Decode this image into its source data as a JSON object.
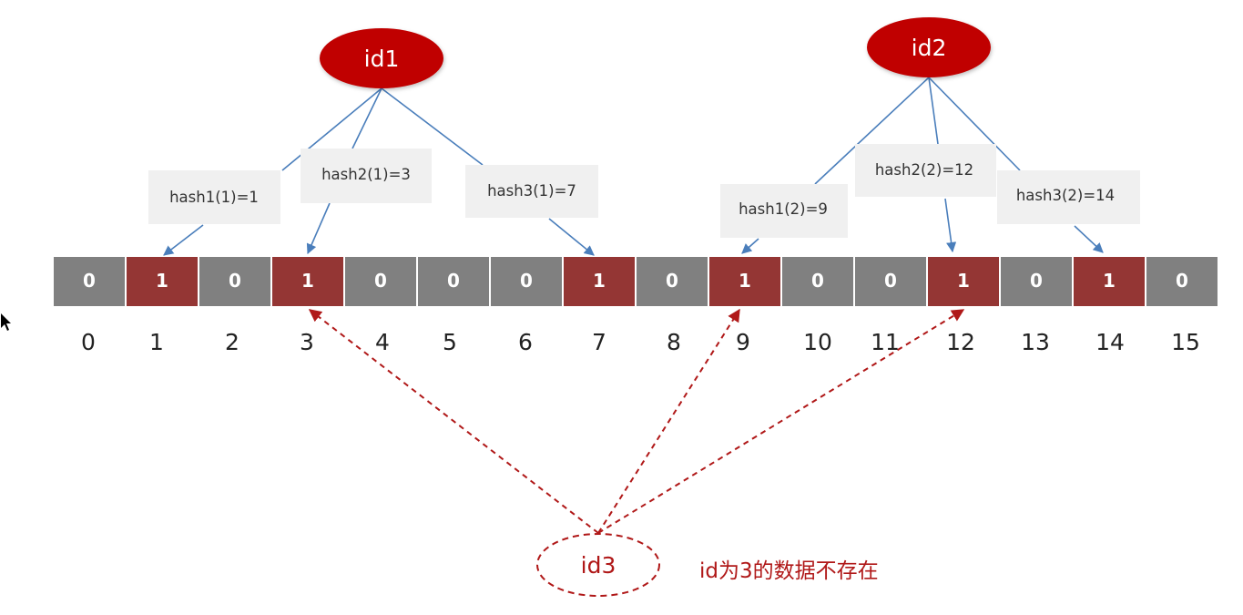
{
  "diagram": {
    "title": "Bloom filter bit array",
    "colors": {
      "bit_zero": "#808080",
      "bit_one": "#943634",
      "node_fill": "#c00000",
      "edge_line": "#4a7ebb",
      "label_bg": "#f0f0f0",
      "query_red": "#b01818"
    },
    "bits": [
      0,
      1,
      0,
      1,
      0,
      0,
      0,
      1,
      0,
      1,
      0,
      0,
      1,
      0,
      1,
      0
    ],
    "indices": [
      "0",
      "1",
      "2",
      "3",
      "4",
      "5",
      "6",
      "7",
      "8",
      "9",
      "10",
      "11",
      "12",
      "13",
      "14",
      "15"
    ],
    "nodes": [
      {
        "id": "id1",
        "label": "id1",
        "hashes": [
          {
            "label": "hash1(1)=1",
            "target": 1
          },
          {
            "label": "hash2(1)=3",
            "target": 3
          },
          {
            "label": "hash3(1)=7",
            "target": 7
          }
        ]
      },
      {
        "id": "id2",
        "label": "id2",
        "hashes": [
          {
            "label": "hash1(2)=9",
            "target": 9
          },
          {
            "label": "hash2(2)=12",
            "target": 12
          },
          {
            "label": "hash3(2)=14",
            "target": 14
          }
        ]
      }
    ],
    "query": {
      "label": "id3",
      "targets": [
        3,
        9,
        12
      ],
      "note": "id为3的数据不存在"
    }
  }
}
